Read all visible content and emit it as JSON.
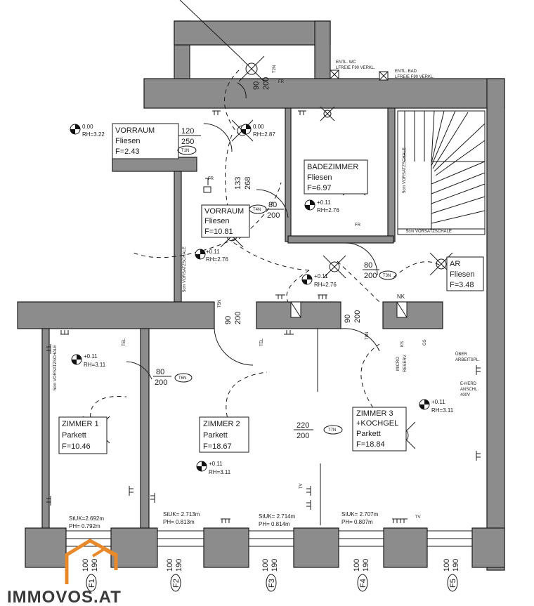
{
  "rooms": [
    {
      "name": "VORRAUM",
      "floor": "Fliesen",
      "area": "F=2.43"
    },
    {
      "name": "VORRAUM",
      "floor": "Fliesen",
      "area": "F=10.81"
    },
    {
      "name": "BADEZIMMER",
      "floor": "Fliesen",
      "area": "F=6.97"
    },
    {
      "name": "AR",
      "floor": "Fliesen",
      "area": "F=3.48"
    },
    {
      "name": "ZIMMER 1",
      "floor": "Parkett",
      "area": "F=10.46"
    },
    {
      "name": "ZIMMER 2",
      "floor": "Parkett",
      "area": "F=18.67"
    },
    {
      "name": "ZIMMER 3",
      "name2": "+KOCHGEL",
      "floor": "Parkett",
      "area": "F=18.84"
    }
  ],
  "heights": [
    {
      "level": "0.00",
      "rh": "RH=3.22"
    },
    {
      "level": "0.00",
      "rh": "RH=2.87"
    },
    {
      "level": "+0.11",
      "rh": "RH=2.76"
    },
    {
      "level": "+0.11",
      "rh": "RH=2.76"
    },
    {
      "level": "+0.11",
      "rh": "RH=2.76"
    },
    {
      "level": "+0.11",
      "rh": "RH=3.11"
    },
    {
      "level": "+0.11",
      "rh": "RH=3.11"
    },
    {
      "level": "+0.11",
      "rh": "RH=3.11"
    }
  ],
  "doors": [
    {
      "w": "120",
      "h": "250",
      "tag": "T1N"
    },
    {
      "w": "80",
      "h": "200",
      "tag": "T4N"
    },
    {
      "w": "80",
      "h": "200",
      "tag": "T3N"
    },
    {
      "w": "80",
      "h": "200",
      "tag": "T6N"
    },
    {
      "w": "220",
      "h": "200",
      "tag": "T7N"
    },
    {
      "w": "90",
      "h": "200",
      "tag": "T5N"
    },
    {
      "w": "90",
      "h": "200",
      "tag": "T8N"
    },
    {
      "w": "90",
      "h": "200",
      "tag": "T2N"
    },
    {
      "w": "133",
      "h": "268",
      "tag": ""
    }
  ],
  "windows": [
    {
      "tag": "F1",
      "w": "100",
      "h": "190"
    },
    {
      "tag": "F2",
      "w": "100",
      "h": "190"
    },
    {
      "tag": "F3",
      "w": "100",
      "h": "190"
    },
    {
      "tag": "F4",
      "w": "100",
      "h": "190"
    },
    {
      "tag": "F5",
      "w": "100",
      "h": "190"
    }
  ],
  "stuk": [
    {
      "a": "StUK=2.692m",
      "b": "PH= 0.792m"
    },
    {
      "a": "StUK= 2.713m",
      "b": "PH= 0.813m"
    },
    {
      "a": "StUK= 2.714m",
      "b": "PH= 0.814m"
    },
    {
      "a": "StUK= 2.707m",
      "b": "PH= 0.807m"
    }
  ],
  "notes": {
    "wc1": "ENTL. WC",
    "wc2": "LFREIE F90 VERKL.",
    "bad1": "ENTL. BAD",
    "bad2": "LFREIE F90 VERKL.",
    "vorsatz": "5cm VORSATZSCHALE",
    "nk": "NK",
    "uber1": "ÜBER",
    "uber2": "ARBEITSPL.",
    "herd1": "E-HERD",
    "herd2": "ANSCHL.",
    "herd3": "400V",
    "micro1": "MICRO",
    "micro2": "RESERV.",
    "ks": "KS",
    "gs": "GS",
    "tel1": "TEL",
    "tel2": "TEL",
    "tv1": "TV",
    "tv2": "TV",
    "fr1": "FR",
    "fr2": "FR",
    "fr3": "FR"
  },
  "logo": {
    "text": "IMMOVOS.AT",
    "accent_color": "#e8892b"
  }
}
